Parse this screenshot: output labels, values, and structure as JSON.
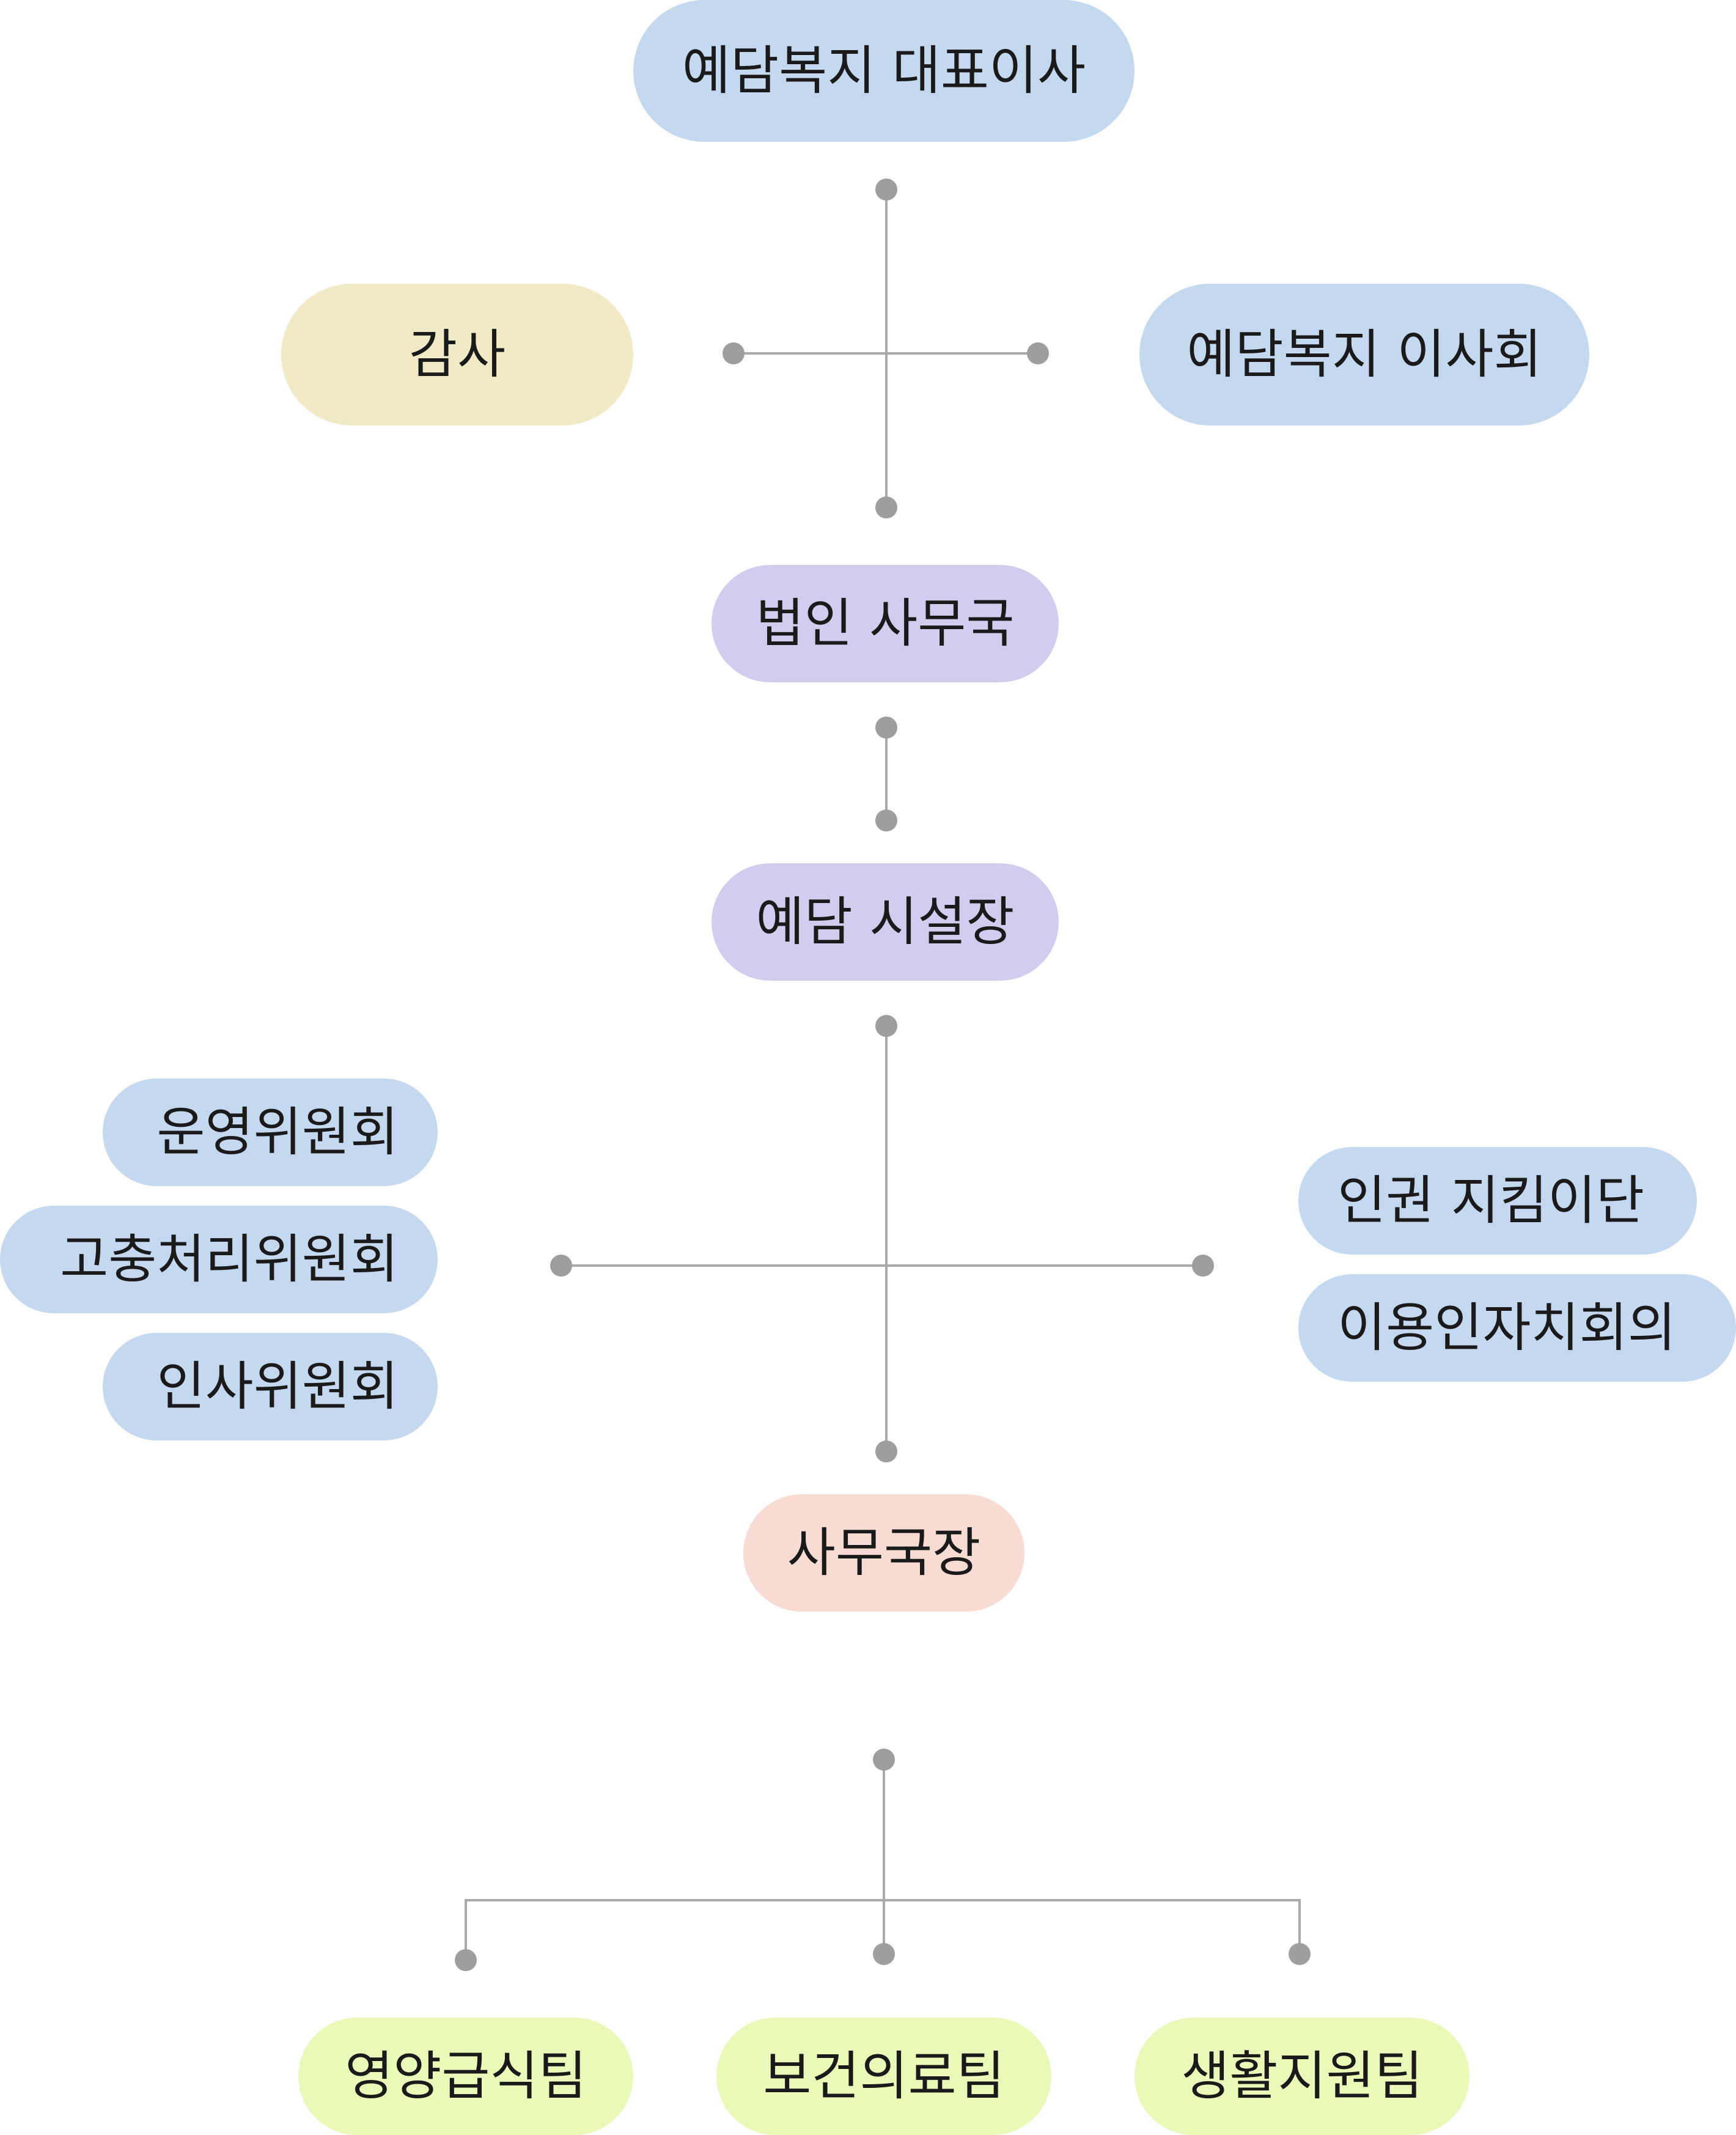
{
  "colors": {
    "blue": "#c4d8ef",
    "yellow": "#f0ebc6",
    "purple": "#d2cdee",
    "pink": "#f8dcd3",
    "green": "#eaf8b8",
    "connector": "#aaaaaa",
    "dot": "#9e9e9e"
  },
  "nodes": {
    "ceo": "예담복지 대표이사",
    "audit": "감사",
    "board": "예담복지 이사회",
    "corporate_office": "법인 사무국",
    "facility_head": "예담 시설장",
    "committees_left": [
      "운영위원회",
      "고충처리위원회",
      "인사위원회"
    ],
    "committees_right": [
      "인권 지킴이단",
      "이용인자치회의"
    ],
    "office_manager": "사무국장",
    "teams": [
      "영양급식팀",
      "보건의료팀",
      "생활지원팀"
    ]
  }
}
